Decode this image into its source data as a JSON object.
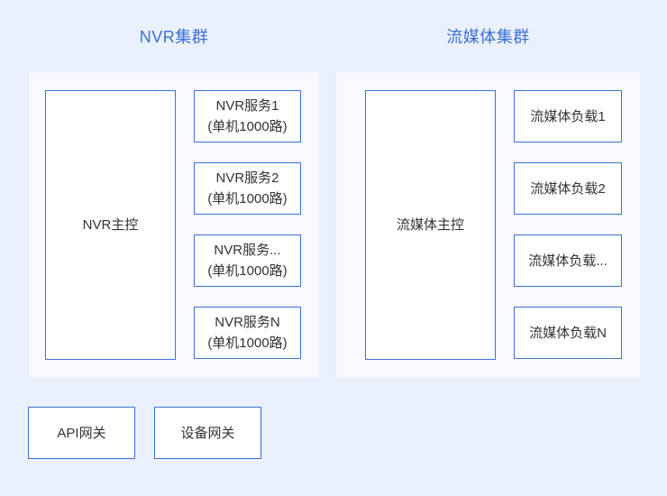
{
  "colors": {
    "page_background": "#eaf0fd",
    "panel_background": "#f7f9fe",
    "node_border": "#3f70d8",
    "node_fill": "#ffffff",
    "title_text": "#3b70da",
    "node_text": "#333333"
  },
  "clusters": [
    {
      "title": "NVR集群",
      "master": "NVR主控",
      "workers": [
        {
          "line1": "NVR服务1",
          "line2": "(单机1000路)"
        },
        {
          "line1": "NVR服务2",
          "line2": "(单机1000路)"
        },
        {
          "line1": "NVR服务...",
          "line2": "(单机1000路)"
        },
        {
          "line1": "NVR服务N",
          "line2": "(单机1000路)"
        }
      ]
    },
    {
      "title": "流媒体集群",
      "master": "流媒体主控",
      "workers": [
        {
          "line1": "流媒体负载1"
        },
        {
          "line1": "流媒体负载2"
        },
        {
          "line1": "流媒体负载..."
        },
        {
          "line1": "流媒体负载N"
        }
      ]
    }
  ],
  "gateways": [
    {
      "label": "API网关"
    },
    {
      "label": "设备网关"
    }
  ]
}
